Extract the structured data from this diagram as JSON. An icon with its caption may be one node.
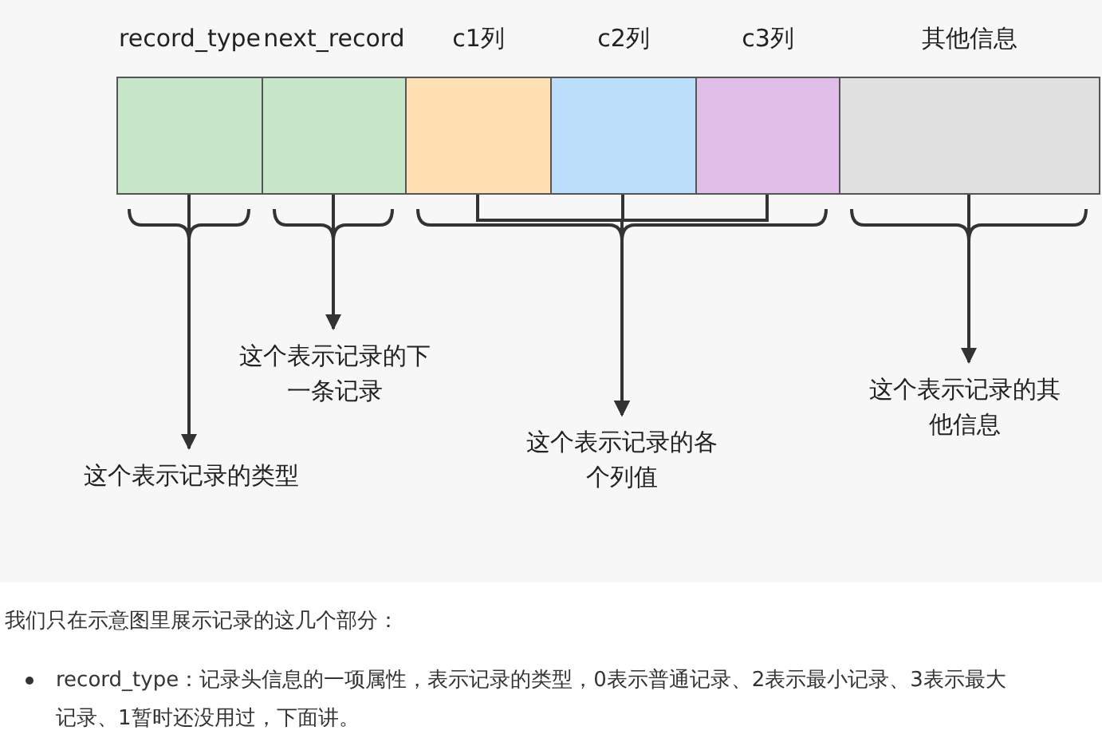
{
  "diagram": {
    "nodes": [
      {
        "text": [
          "record_type"
        ]
      },
      {
        "text": [
          "next_record"
        ]
      },
      {
        "text": [
          "c1列"
        ]
      },
      {
        "text": [
          "c2列"
        ]
      },
      {
        "text": [
          "c3列"
        ]
      },
      {
        "text": [
          "其他信息"
        ]
      },
      {
        "text": [
          "这个表示记录的类型"
        ]
      },
      {
        "text": [
          "这个表示记录的下一条记录"
        ]
      },
      {
        "text": [
          "这个表示记录的各个列值"
        ]
      },
      {
        "text": [
          "这个表示记录的其他信息"
        ]
      }
    ],
    "edges": [
      {
        "from": 0,
        "to": 6,
        "arrow": "to"
      },
      {
        "from": 1,
        "to": 7,
        "arrow": "to"
      },
      {
        "from": 2,
        "to": 8,
        "arrow": "to"
      },
      {
        "from": 3,
        "to": 8,
        "arrow": "to"
      },
      {
        "from": 4,
        "to": 8,
        "arrow": "to"
      },
      {
        "from": 5,
        "to": 9,
        "arrow": "to"
      }
    ],
    "labels": [
      "我们只在示意图里展示记录的这几个部分：",
      "record_type：记录头信息的一项属性，表示记录的类型，0表示普通记录、2表示最小记录、3表示最大记录、1暂时还没用过，下面讲。"
    ]
  }
}
